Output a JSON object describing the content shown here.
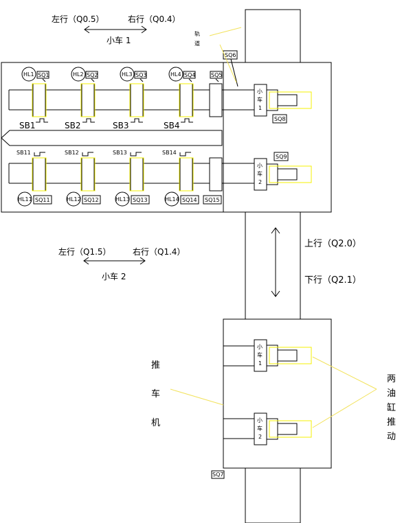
{
  "car1": {
    "title": "小车 1",
    "left_label": "左行（Q0.5）",
    "right_label": "右行（Q0.4）"
  },
  "car2": {
    "title": "小车 2",
    "left_label": "左行（Q1.5）",
    "right_label": "右行（Q1.4）"
  },
  "vertical": {
    "up_label": "上行（Q2.0）",
    "down_label": "下行（Q2.1）"
  },
  "rail_label": [
    "轨",
    "道"
  ],
  "pusher_label": [
    "推",
    "车",
    "机"
  ],
  "cylinder_label": [
    "两",
    "油",
    "缸",
    "推",
    "动"
  ],
  "cart_chars": [
    "小",
    "车"
  ],
  "cart_numbers": [
    "1",
    "2",
    "1",
    "2"
  ],
  "top_lamps": [
    "HL1",
    "HL2",
    "HL3",
    "HL4"
  ],
  "top_switches": [
    "SQ1",
    "SQ2",
    "SQ3",
    "SQ4",
    "SQ5"
  ],
  "top_buttons": [
    "SB1",
    "SB2",
    "SB3",
    "SB4"
  ],
  "bottom_buttons": [
    "SB11",
    "SB12",
    "SB13",
    "SB14"
  ],
  "bottom_lamps": [
    "HL11",
    "HL12",
    "HL13",
    "HL14"
  ],
  "bottom_switches": [
    "SQ11",
    "SQ12",
    "SQ13",
    "SQ14",
    "SQ15"
  ],
  "sq6": "SQ6",
  "sq8": "SQ8",
  "sq9": "SQ9",
  "sq7": "SQ7",
  "colors": {
    "line": "#000000",
    "cylinder": "#f5f000",
    "yellow_leader": "#f2e25a"
  }
}
